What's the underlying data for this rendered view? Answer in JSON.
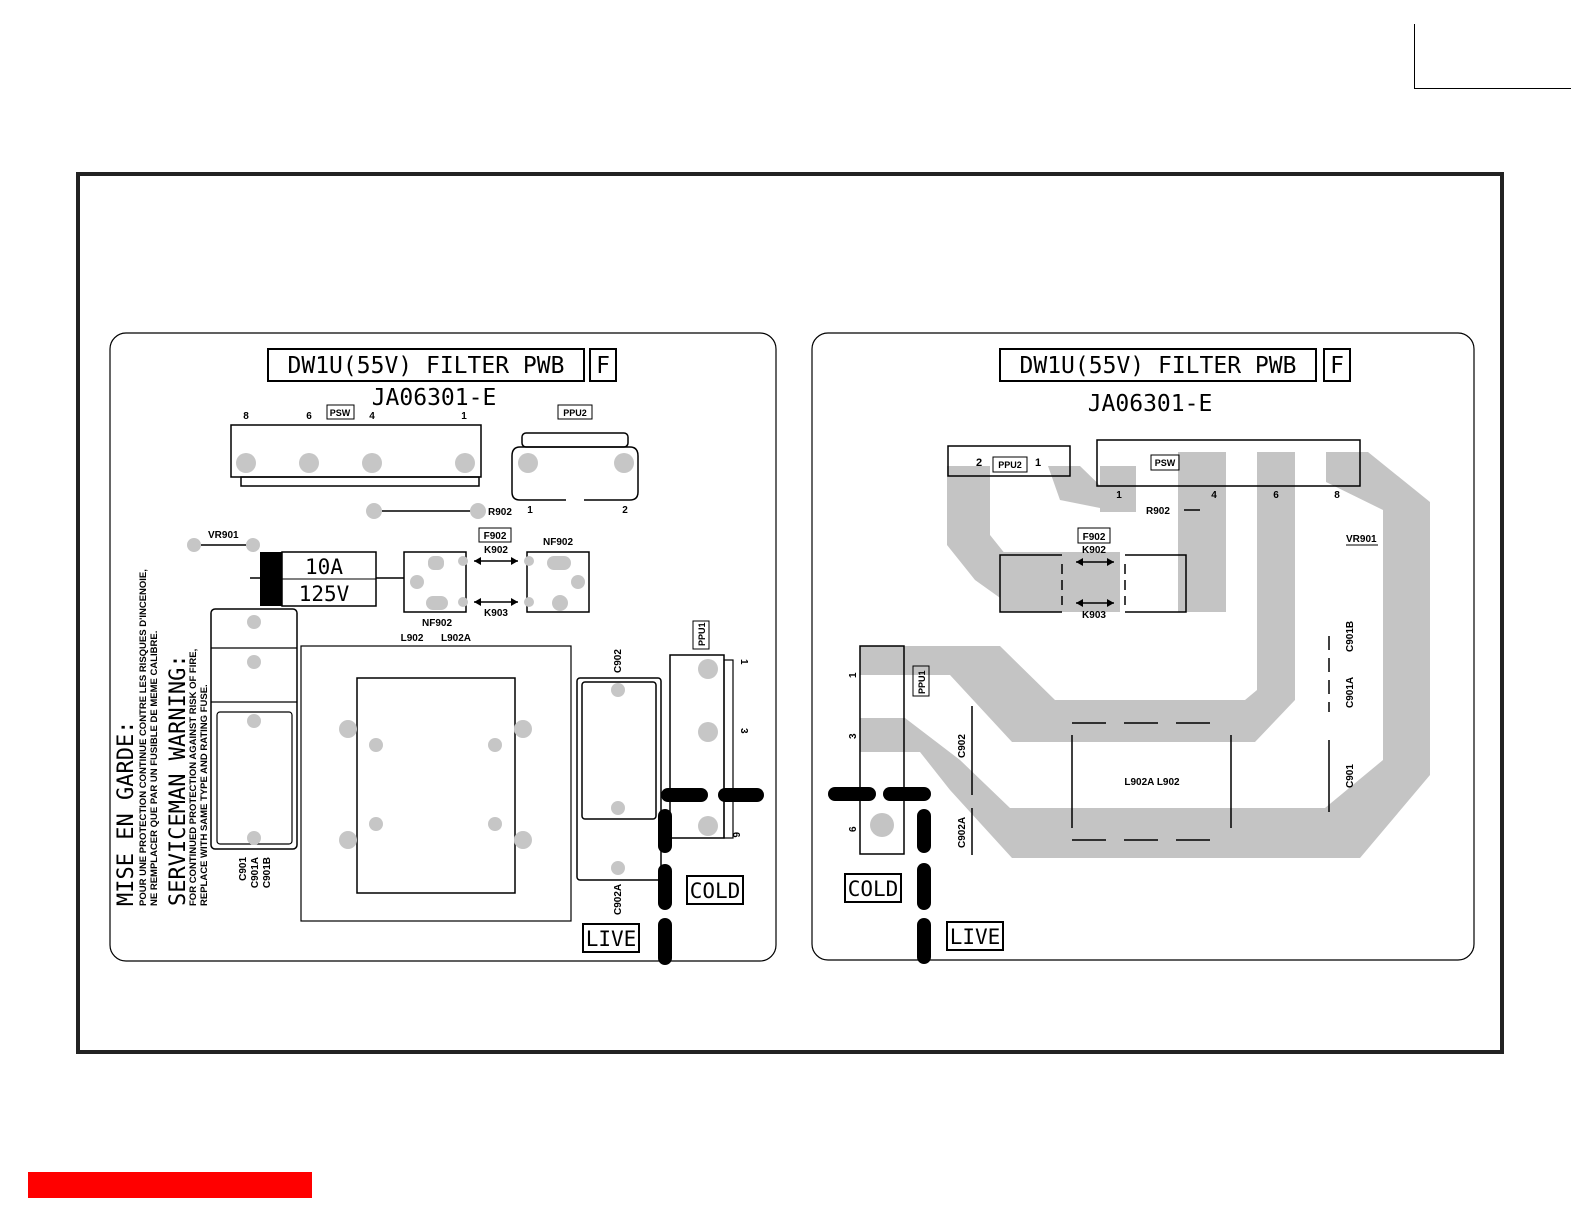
{
  "colors": {
    "copper": "#c4c4c4",
    "pad": "#c6c6c6",
    "ink": "#000000",
    "accent_bar": "#ff0000"
  },
  "component_side": {
    "title": "DW1U(55V) FILTER PWB",
    "title_tag": "F",
    "part_number": "JA06301-E",
    "psw": {
      "label": "PSW",
      "pins": [
        "8",
        "6",
        "4",
        "1"
      ]
    },
    "ppu2": {
      "label": "PPU2",
      "pins": [
        "1",
        "2"
      ]
    },
    "r902": "R902",
    "vr901": "VR901",
    "fuse": {
      "rating_current": "10A",
      "rating_voltage": "125V"
    },
    "f902": "F902",
    "k902": "K902",
    "k903": "K903",
    "nf902_top": "NF902",
    "nf902_bottom": "NF902",
    "l902": "L902",
    "l902a": "L902A",
    "c902": "C902",
    "c902a": "C902A",
    "ppu1": {
      "label": "PPU1",
      "pins": [
        "1",
        "3",
        "6"
      ]
    },
    "c901": "C901",
    "c901a": "C901A",
    "c901b": "C901B",
    "warning_fr_title": "MISE EN GARDE:",
    "warning_fr_line1": "POUR UNE PROTECTION CONTINUE CONTRE LES RISQUES D'INCENOIE,",
    "warning_fr_line2": "NE REMPLACER QUE PAR UN FUSIBLE DE MEME CALIBRE.",
    "warning_en_title": "SERVICEMAN WARNING:",
    "warning_en_line1": "FOR CONTINUED PROTECTION AGAINST RISK OF FIRE,",
    "warning_en_line2": "REPLACE WITH SAME TYPE AND RATING FUSE.",
    "cold": "COLD",
    "live": "LIVE"
  },
  "solder_side": {
    "title": "DW1U(55V) FILTER PWB",
    "title_tag": "F",
    "part_number": "JA06301-E",
    "ppu2": {
      "label": "PPU2",
      "pins": [
        "2",
        "1"
      ]
    },
    "psw": {
      "label": "PSW",
      "pins": [
        "1",
        "4",
        "6",
        "8"
      ]
    },
    "r902": "R902",
    "vr901": "VR901",
    "f902": "F902",
    "k902": "K902",
    "k903": "K903",
    "ppu1": {
      "label": "PPU1",
      "pins": [
        "1",
        "3",
        "6"
      ]
    },
    "c902": "C902",
    "c902a": "C902A",
    "l902a_l902": "L902A  L902",
    "c901b": "C901B",
    "c901a": "C901A",
    "c901": "C901",
    "cold": "COLD",
    "live": "LIVE"
  }
}
